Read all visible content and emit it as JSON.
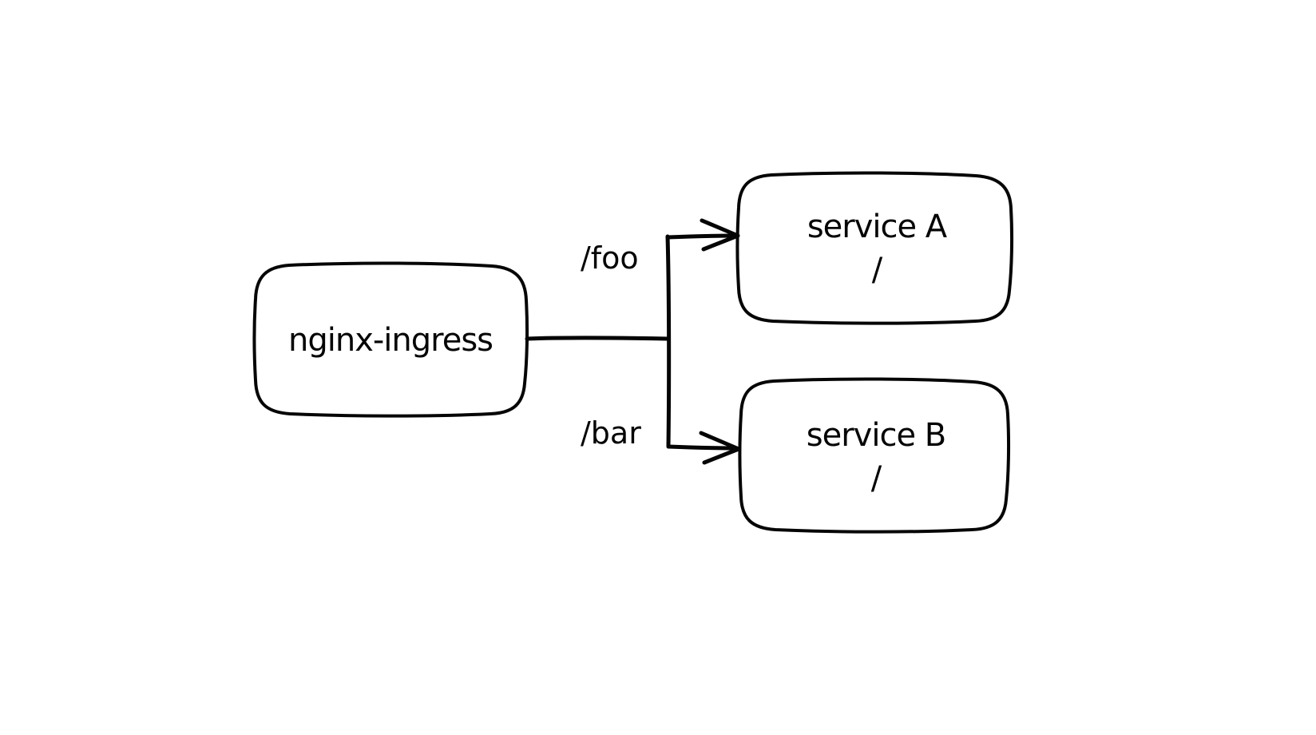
{
  "diagram": {
    "type": "flowchart",
    "style": "hand-drawn",
    "background_color": "#ffffff",
    "stroke_color": "#050505",
    "nodes": [
      {
        "id": "nginx-ingress",
        "label": "nginx-ingress"
      },
      {
        "id": "service-a",
        "label": "service A",
        "sublabel": "/"
      },
      {
        "id": "service-b",
        "label": "service B",
        "sublabel": "/"
      }
    ],
    "edges": [
      {
        "from": "nginx-ingress",
        "to": "service-a",
        "label": "/foo"
      },
      {
        "from": "nginx-ingress",
        "to": "service-b",
        "label": "/bar"
      }
    ]
  }
}
